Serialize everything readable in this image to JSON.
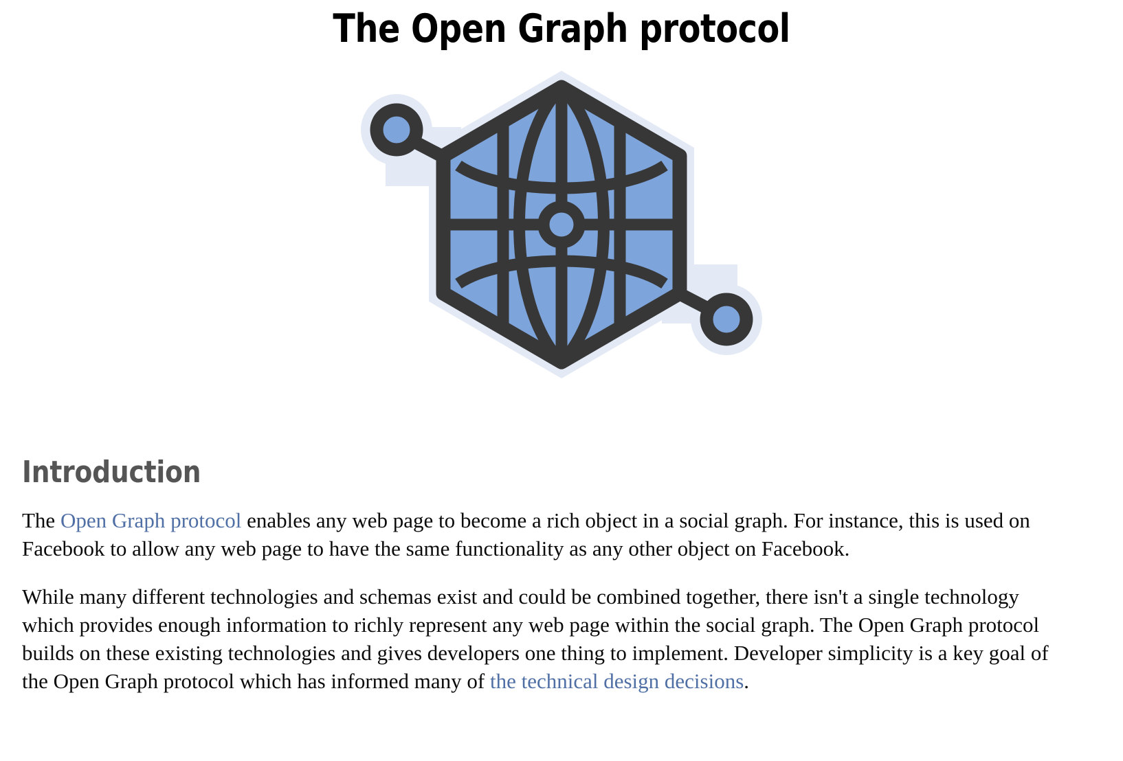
{
  "document": {
    "title": "The Open Graph protocol",
    "background_color": "#ffffff"
  },
  "logo": {
    "name": "open-graph-logo",
    "alt": "Open Graph protocol hexagon globe logo",
    "colors": {
      "fill_blue": "#7ea4dc",
      "stroke_dark": "#373737",
      "halo": "#e4eaf5",
      "node_center": "#7ea4dc"
    }
  },
  "intro": {
    "heading": "Introduction",
    "heading_color": "#555555",
    "link_color": "#4f6fa5",
    "paragraph1": {
      "part1": "The ",
      "link1": "Open Graph protocol",
      "part2": " enables any web page to become a rich object in a social graph. For instance, this is used on Facebook to allow any web page to have the same functionality as any other object on Facebook."
    },
    "paragraph2": {
      "part1": "While many different technologies and schemas exist and could be combined together, there isn't a single technology which provides enough information to richly represent any web page within the social graph. The Open Graph protocol builds on these existing technologies and gives developers one thing to implement. Developer simplicity is a key goal of the Open Graph protocol which has informed many of ",
      "link1": "the technical design decisions",
      "part2": "."
    }
  }
}
